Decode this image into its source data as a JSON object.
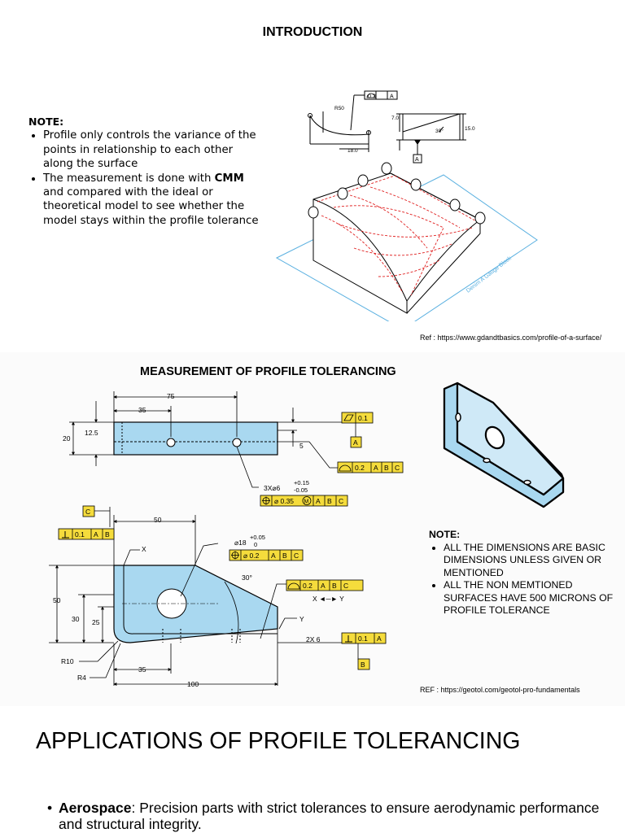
{
  "slide1": {
    "title": "INTRODUCTION",
    "note_heading": "NOTE:",
    "bullets": [
      {
        "before": "Profile only controls the variance of the points in relationship to each other along the surface",
        "bold": "",
        "after": ""
      },
      {
        "before": "The measurement is done with ",
        "bold": "CMM",
        "after": " and compared with the ideal or theoretical model to see whether the model stays within the profile tolerance"
      }
    ],
    "figure": {
      "frame1": "0.2",
      "frame1_datum": "A",
      "radius": "R50",
      "dim_18": "18.0",
      "dim_7": "7.0",
      "dim_15": "15.0",
      "angle": "30°",
      "datum": "A",
      "watermark": "Denim A Gauge Block"
    },
    "ref": "Ref : https://www.gdandtbasics.com/profile-of-a-surface/"
  },
  "slide2": {
    "title": "MEASUREMENT OF PROFILE TOLERANCING",
    "top_view": {
      "dim_75": "75",
      "dim_35": "35",
      "dim_12_5": "12.5",
      "dim_20": "20",
      "dim_5": "5",
      "flat_value": "0.1",
      "datum_a": "A",
      "profile_frame": [
        "0.2",
        "A",
        "B",
        "C"
      ],
      "hole_callout": "3X⌀6",
      "hole_tol_plus": "+0.15",
      "hole_tol_minus": "-0.05",
      "position_frame": [
        "⌀ 0.35",
        "A",
        "B",
        "C"
      ]
    },
    "front_view": {
      "datum_c": "C",
      "perp_frame": [
        "0.1",
        "A",
        "B"
      ],
      "dim_50_top": "50",
      "label_x": "X",
      "bore": "⌀18",
      "bore_plus": "+0.05",
      "bore_minus": "0",
      "bore_frame": [
        "⌀ 0.2",
        "A",
        "B",
        "C"
      ],
      "angle": "30°",
      "profile_frame": [
        "0.2",
        "A",
        "B",
        "C"
      ],
      "x_to_y": "X ◄─► Y",
      "label_y": "Y",
      "dim_50_left": "50",
      "dim_30": "30",
      "dim_25": "25",
      "small_holes": "2X 6",
      "perp_frame_b": [
        "0.1",
        "A"
      ],
      "datum_b": "B",
      "r10": "R10",
      "r4": "R4",
      "dim_35": "35",
      "dim_100": "100"
    },
    "note_heading": "NOTE:",
    "bullets": [
      "ALL THE DIMENSIONS ARE BASIC DIMENSIONS UNLESS GIVEN OR MENTIONED",
      "ALL THE NON MEMTIONED SURFACES HAVE 500 MICRONS OF PROFILE TOLERANCE"
    ],
    "ref": "REF : https://geotol.com/geotol-pro-fundamentals"
  },
  "slide3": {
    "title": "APPLICATIONS OF PROFILE TOLERANCING",
    "bullet_bold": "Aerospace",
    "bullet_text": ":  Precision parts with strict tolerances to ensure aerodynamic performance and structural integrity."
  },
  "colors": {
    "part_fill": "#a9d8f0",
    "frame_yellow": "#f5dc3c",
    "red_dash": "#e02020",
    "blue_line": "#5ab0e0"
  }
}
